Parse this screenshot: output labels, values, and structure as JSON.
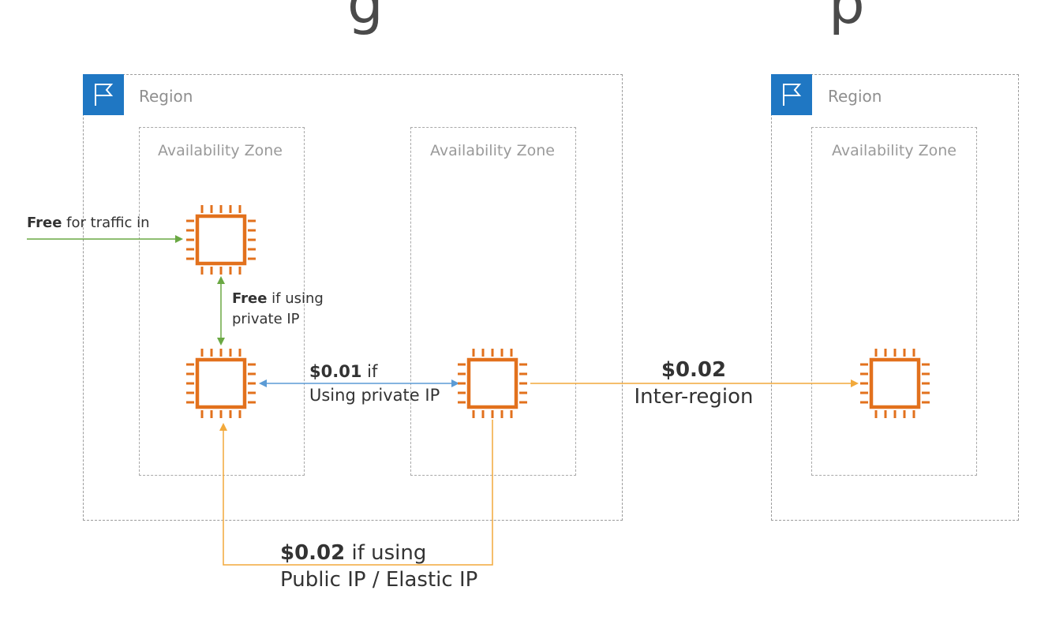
{
  "regions": [
    {
      "label": "Region"
    },
    {
      "label": "Region"
    }
  ],
  "availability_zones": [
    {
      "label": "Availability Zone"
    },
    {
      "label": "Availability Zone"
    },
    {
      "label": "Availability Zone"
    }
  ],
  "labels": {
    "ingress": {
      "bold": "Free",
      "rest": " for traffic in"
    },
    "same_az": {
      "bold": "Free",
      "rest": " if using",
      "line2": "private IP"
    },
    "cross_az": {
      "bold": "$0.01",
      "rest": " if",
      "line2": "Using private IP"
    },
    "inter_region": {
      "bold": "$0.02",
      "line2": "Inter-region"
    },
    "public_ip": {
      "bold": "$0.02",
      "rest": " if using",
      "line2": "Public IP / Elastic IP"
    }
  },
  "colors": {
    "ec2_orange": "#e2711d",
    "region_blue": "#1f77c3",
    "green_arrow": "#6aa843",
    "blue_arrow": "#5b9bd5",
    "orange_arrow": "#f2a93b"
  },
  "icons": {
    "region": "flag-icon",
    "instance": "ec2-instance-icon"
  }
}
